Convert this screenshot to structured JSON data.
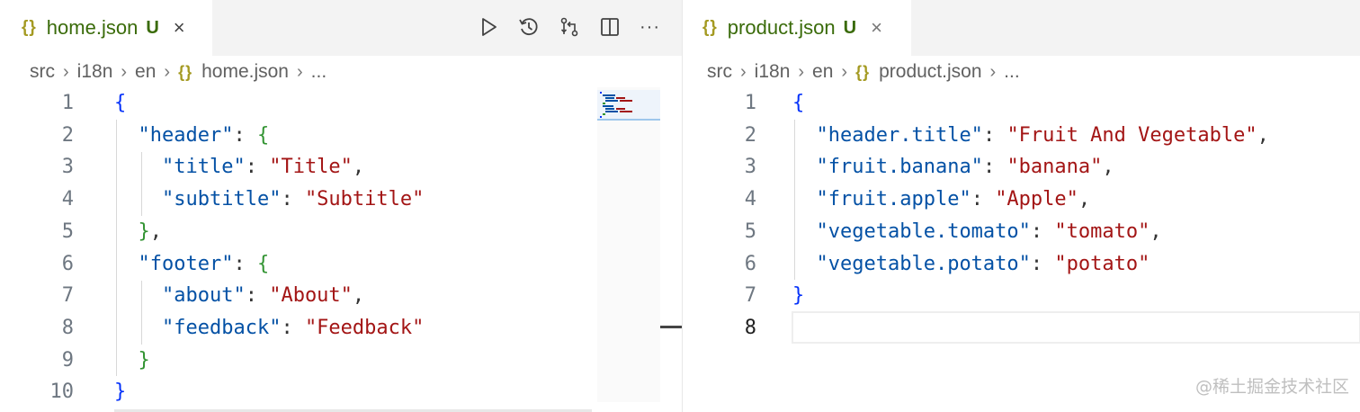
{
  "left": {
    "tab": {
      "icon": "{}",
      "name": "home.json",
      "status": "U",
      "close": "×"
    },
    "actions": [
      "run-icon",
      "timeline-icon",
      "source-control-compare-icon",
      "split-editor-icon",
      "more-actions-icon"
    ],
    "more_label": "···",
    "breadcrumb": {
      "parts": [
        "src",
        "i18n",
        "en"
      ],
      "file_icon": "{}",
      "file": "home.json",
      "tail": "..."
    },
    "lines": [
      {
        "n": "1",
        "tokens": [
          {
            "t": "{",
            "c": "brace"
          }
        ]
      },
      {
        "n": "2",
        "tokens": [
          {
            "t": "  ",
            "c": "punc"
          },
          {
            "t": "\"header\"",
            "c": "key"
          },
          {
            "t": ": ",
            "c": "punc"
          },
          {
            "t": "{",
            "c": "brace2"
          }
        ]
      },
      {
        "n": "3",
        "tokens": [
          {
            "t": "    ",
            "c": "punc"
          },
          {
            "t": "\"title\"",
            "c": "key"
          },
          {
            "t": ": ",
            "c": "punc"
          },
          {
            "t": "\"Title\"",
            "c": "str"
          },
          {
            "t": ",",
            "c": "punc"
          }
        ]
      },
      {
        "n": "4",
        "tokens": [
          {
            "t": "    ",
            "c": "punc"
          },
          {
            "t": "\"subtitle\"",
            "c": "key"
          },
          {
            "t": ": ",
            "c": "punc"
          },
          {
            "t": "\"Subtitle\"",
            "c": "str"
          }
        ]
      },
      {
        "n": "5",
        "tokens": [
          {
            "t": "  ",
            "c": "punc"
          },
          {
            "t": "}",
            "c": "brace2"
          },
          {
            "t": ",",
            "c": "punc"
          }
        ]
      },
      {
        "n": "6",
        "tokens": [
          {
            "t": "  ",
            "c": "punc"
          },
          {
            "t": "\"footer\"",
            "c": "key"
          },
          {
            "t": ": ",
            "c": "punc"
          },
          {
            "t": "{",
            "c": "brace2"
          }
        ]
      },
      {
        "n": "7",
        "tokens": [
          {
            "t": "    ",
            "c": "punc"
          },
          {
            "t": "\"about\"",
            "c": "key"
          },
          {
            "t": ": ",
            "c": "punc"
          },
          {
            "t": "\"About\"",
            "c": "str"
          },
          {
            "t": ",",
            "c": "punc"
          }
        ]
      },
      {
        "n": "8",
        "tokens": [
          {
            "t": "    ",
            "c": "punc"
          },
          {
            "t": "\"feedback\"",
            "c": "key"
          },
          {
            "t": ": ",
            "c": "punc"
          },
          {
            "t": "\"Feedback\"",
            "c": "str"
          }
        ]
      },
      {
        "n": "9",
        "tokens": [
          {
            "t": "  ",
            "c": "punc"
          },
          {
            "t": "}",
            "c": "brace2"
          }
        ]
      },
      {
        "n": "10",
        "tokens": [
          {
            "t": "}",
            "c": "brace"
          }
        ]
      }
    ]
  },
  "right": {
    "tab": {
      "icon": "{}",
      "name": "product.json",
      "status": "U",
      "close": "×"
    },
    "breadcrumb": {
      "parts": [
        "src",
        "i18n",
        "en"
      ],
      "file_icon": "{}",
      "file": "product.json",
      "tail": "..."
    },
    "lines": [
      {
        "n": "1",
        "tokens": [
          {
            "t": "{",
            "c": "brace"
          }
        ]
      },
      {
        "n": "2",
        "tokens": [
          {
            "t": "  ",
            "c": "punc"
          },
          {
            "t": "\"header.title\"",
            "c": "key"
          },
          {
            "t": ": ",
            "c": "punc"
          },
          {
            "t": "\"Fruit And Vegetable\"",
            "c": "str"
          },
          {
            "t": ",",
            "c": "punc"
          }
        ]
      },
      {
        "n": "3",
        "tokens": [
          {
            "t": "  ",
            "c": "punc"
          },
          {
            "t": "\"fruit.banana\"",
            "c": "key"
          },
          {
            "t": ": ",
            "c": "punc"
          },
          {
            "t": "\"banana\"",
            "c": "str"
          },
          {
            "t": ",",
            "c": "punc"
          }
        ]
      },
      {
        "n": "4",
        "tokens": [
          {
            "t": "  ",
            "c": "punc"
          },
          {
            "t": "\"fruit.apple\"",
            "c": "key"
          },
          {
            "t": ": ",
            "c": "punc"
          },
          {
            "t": "\"Apple\"",
            "c": "str"
          },
          {
            "t": ",",
            "c": "punc"
          }
        ]
      },
      {
        "n": "5",
        "tokens": [
          {
            "t": "  ",
            "c": "punc"
          },
          {
            "t": "\"vegetable.tomato\"",
            "c": "key"
          },
          {
            "t": ": ",
            "c": "punc"
          },
          {
            "t": "\"tomato\"",
            "c": "str"
          },
          {
            "t": ",",
            "c": "punc"
          }
        ]
      },
      {
        "n": "6",
        "tokens": [
          {
            "t": "  ",
            "c": "punc"
          },
          {
            "t": "\"vegetable.potato\"",
            "c": "key"
          },
          {
            "t": ": ",
            "c": "punc"
          },
          {
            "t": "\"potato\"",
            "c": "str"
          }
        ]
      },
      {
        "n": "7",
        "tokens": [
          {
            "t": "}",
            "c": "brace"
          }
        ]
      },
      {
        "n": "8",
        "tokens": []
      }
    ]
  },
  "watermark": "@稀土掘金技术社区",
  "colors": {
    "key": "#0451a5",
    "string": "#a31515",
    "brace": "#0431fa",
    "nested_brace": "#319331",
    "tab_text": "#3a6b0a",
    "json_icon": "#a49a22"
  }
}
